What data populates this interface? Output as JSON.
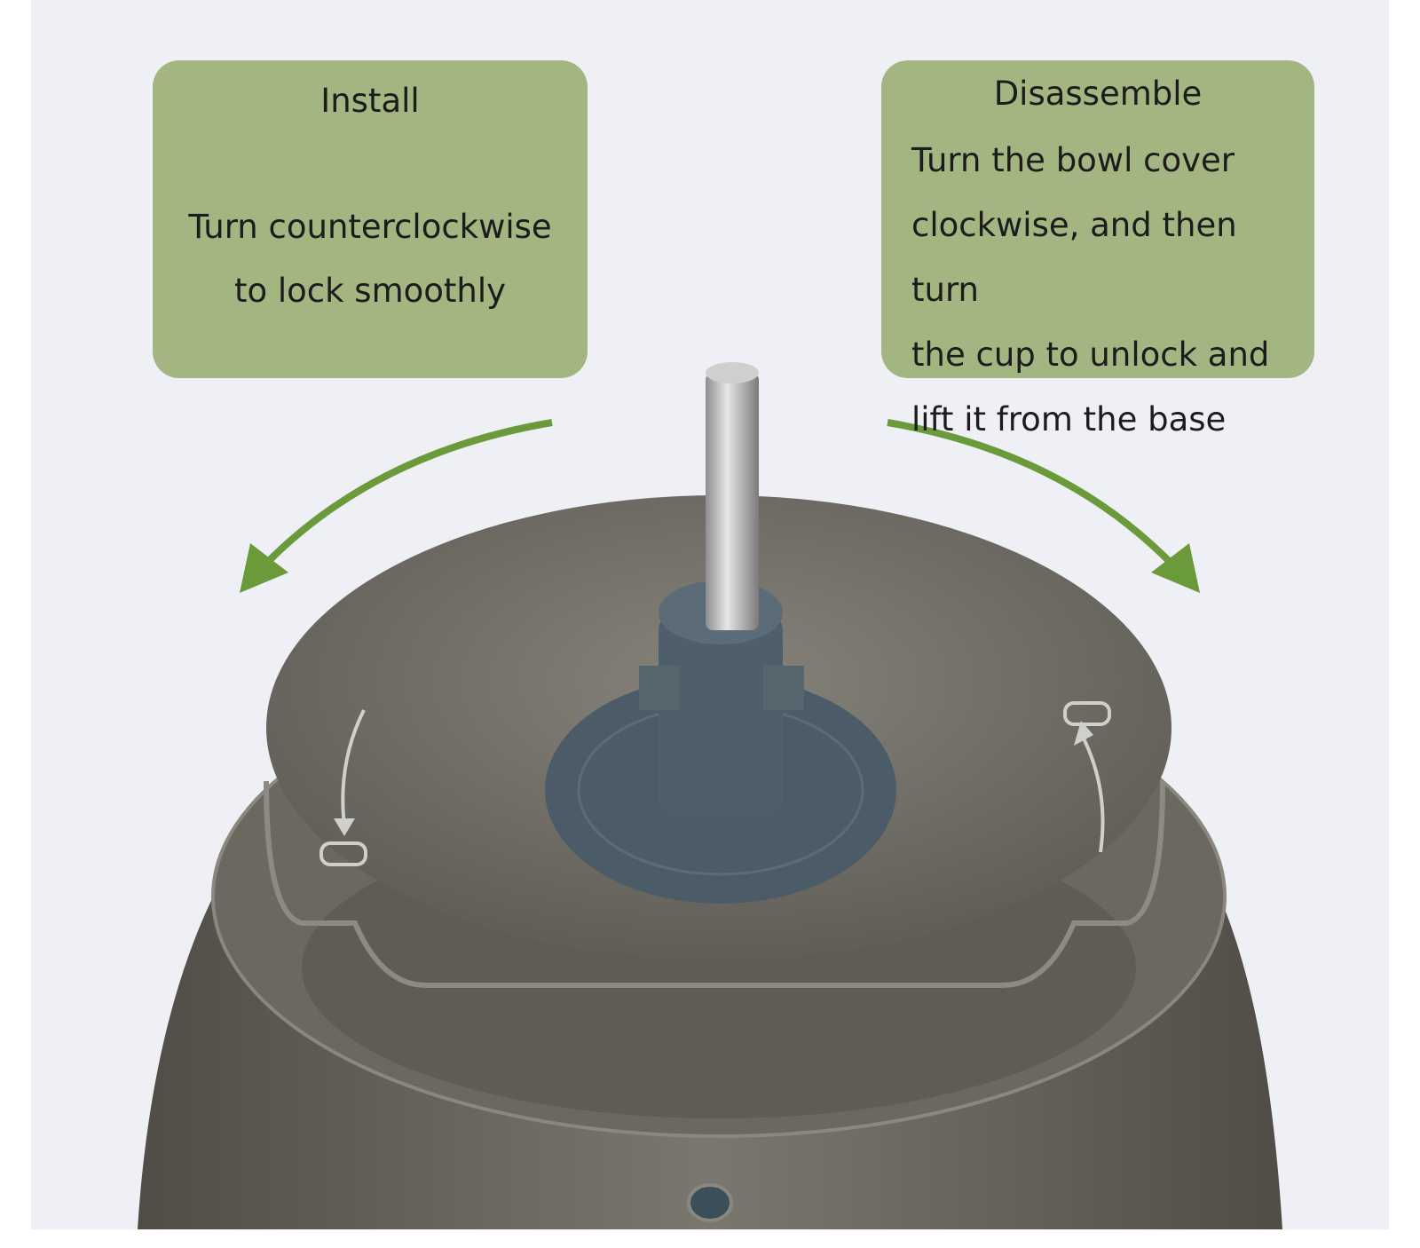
{
  "install": {
    "title": "Install",
    "lines": [
      "Turn counterclockwise",
      "to lock smoothly"
    ]
  },
  "disassemble": {
    "title": "Disassemble",
    "lines": [
      "Turn the bowl cover",
      "clockwise, and then turn",
      "the cup to unlock and",
      "lift it from the base"
    ]
  },
  "colors": {
    "background": "#eef0f5",
    "box": "#a3b580",
    "arrow": "#6b9a3a",
    "base": "#6e6c62",
    "hub": "#4b5b67"
  }
}
